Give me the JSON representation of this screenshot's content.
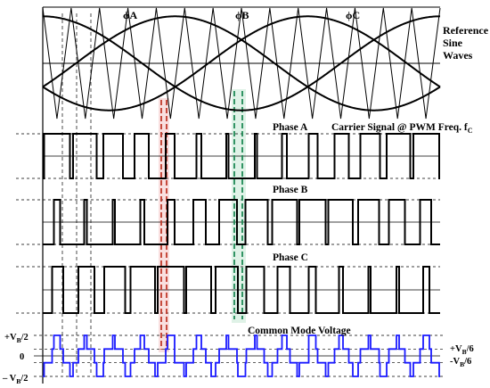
{
  "labels": {
    "phase_a_sine": "ϕA",
    "phase_b_sine": "ϕB",
    "phase_c_sine": "ϕC",
    "reference_line1": "Reference",
    "reference_line2": "Sine",
    "reference_line3": "Waves",
    "carrier_text": "Carrier Signal @ PWM Freq. f",
    "carrier_sub": "C",
    "phase_a": "Phase A",
    "phase_b": "Phase B",
    "phase_c": "Phase C",
    "common_mode": "Common Mode Voltage"
  },
  "axis_labels": {
    "plus_vb2_a": "+V",
    "plus_vb2_b": "B",
    "plus_vb2_c": "/2",
    "zero": "0",
    "minus_vb2_a": "– V",
    "minus_vb2_b": "B",
    "minus_vb2_c": "/2",
    "plus_vb6_a": "+V",
    "plus_vb6_b": "B",
    "plus_vb6_c": "/6",
    "minus_vb6_a": "-V",
    "minus_vb6_b": "B",
    "minus_vb6_c": "/6"
  },
  "colors": {
    "ink": "#000000",
    "common_mode": "#1a1aff",
    "red_marker": "#c0392b",
    "red_band": "#f2b8b8",
    "green_marker": "#1e8a55",
    "green_band": "#b9e2c9"
  },
  "signal": {
    "carrier_periods": 14,
    "reference_cycles": 1,
    "modulation_index": 0.85,
    "phase_offsets_deg": [
      90,
      210,
      330
    ]
  }
}
